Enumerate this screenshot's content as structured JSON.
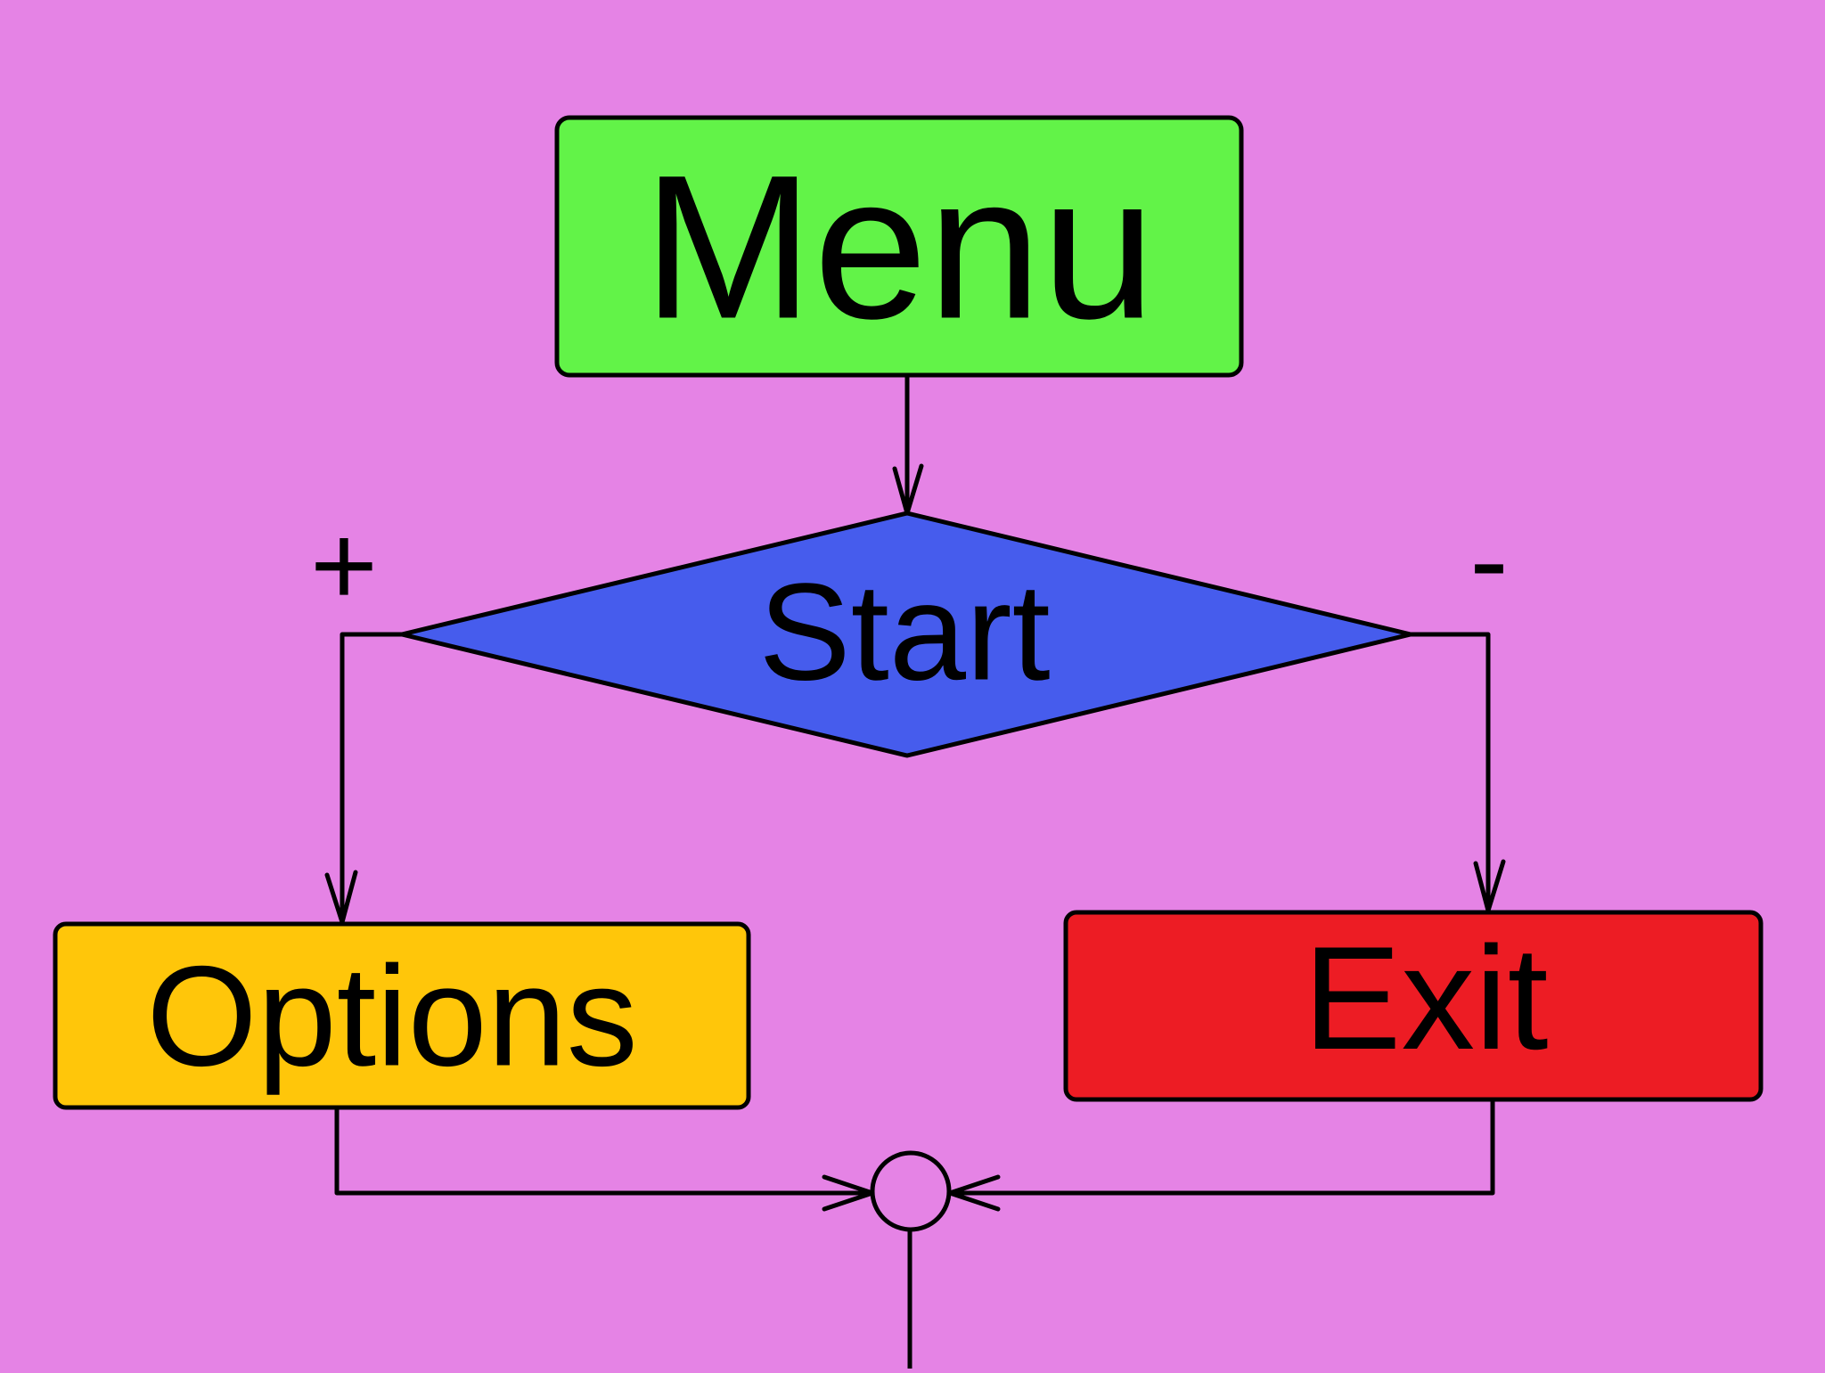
{
  "diagram": {
    "background_color": "#e583e5",
    "nodes": {
      "menu": {
        "label": "Menu",
        "shape": "rounded-rectangle",
        "fill": "#62f348"
      },
      "start": {
        "label": "Start",
        "shape": "diamond",
        "fill": "#465ced"
      },
      "options": {
        "label": "Options",
        "shape": "rounded-rectangle",
        "fill": "#ffc60a"
      },
      "exit": {
        "label": "Exit",
        "shape": "rounded-rectangle",
        "fill": "#ed1c24"
      },
      "merge": {
        "label": "",
        "shape": "circle",
        "fill": "#e583e5"
      }
    },
    "branch_labels": {
      "yes": "+",
      "no": "-"
    },
    "edges": [
      {
        "from": "menu",
        "to": "start"
      },
      {
        "from": "start",
        "to": "options",
        "label": "+"
      },
      {
        "from": "start",
        "to": "exit",
        "label": "-"
      },
      {
        "from": "options",
        "to": "merge"
      },
      {
        "from": "exit",
        "to": "merge"
      }
    ]
  }
}
